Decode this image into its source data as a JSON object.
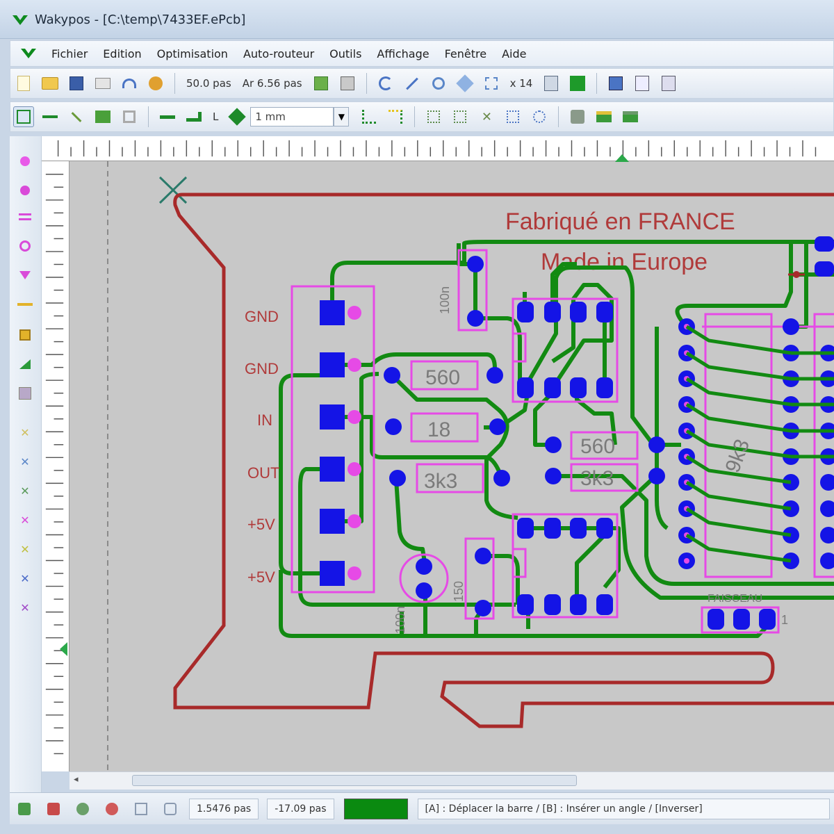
{
  "window": {
    "title": "Wakypos - [C:\\temp\\7433EF.ePcb]"
  },
  "menu": {
    "items": [
      "Fichier",
      "Edition",
      "Optimisation",
      "Auto-routeur",
      "Outils",
      "Affichage",
      "Fenêtre",
      "Aide"
    ]
  },
  "toolbar1": {
    "grid_select": "50.0 pas",
    "zoom_select": "Ar 6.56 pas",
    "zoom_level": "x 14"
  },
  "toolbar2": {
    "layer_select": "L",
    "track_width": "1 mm"
  },
  "board": {
    "silk_line1": "Fabriqué en FRANCE",
    "silk_line2": "Made in Europe",
    "connector_labels": [
      "GND",
      "GND",
      "IN",
      "OUT",
      "+5V",
      "+5V"
    ],
    "resistors": [
      {
        "value": "560"
      },
      {
        "value": "18"
      },
      {
        "value": "3k3"
      },
      {
        "value": "560"
      },
      {
        "value": "3k3"
      }
    ],
    "rpack_label": "9k3",
    "cap_label": "100n",
    "small_label_1": "100n",
    "small_label_2": "150",
    "header_label": "FAISCEAU",
    "header_pin_label": "1"
  },
  "status": {
    "coord_x": "1.5476 pas",
    "coord_y": "-17.09 pas",
    "active_layer_color": "#0a8a10",
    "message": "[A] : Déplacer la barre / [B] : Insérer un angle / [Inverser]"
  },
  "colors": {
    "copper": "#128a12",
    "pad": "#1414e6",
    "silk": "#e64ae6",
    "outline": "#a82a2a",
    "background": "#c8c8c8"
  }
}
